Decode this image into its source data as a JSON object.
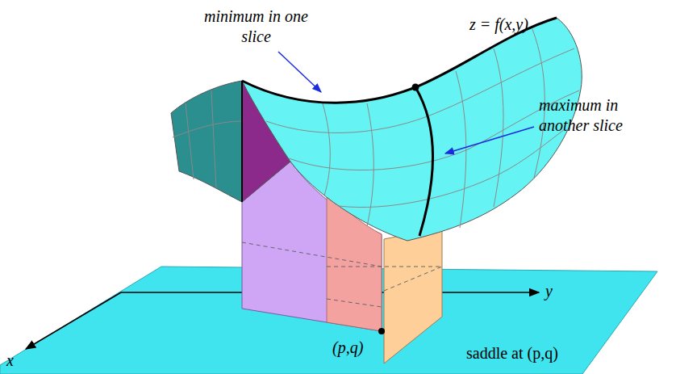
{
  "diagram": {
    "labels": [
      "minimum in one slice",
      "z = f(x,y)",
      "maximum in another slice",
      "y",
      "(p,q)",
      "saddle at (p,q)",
      "x"
    ]
  }
}
